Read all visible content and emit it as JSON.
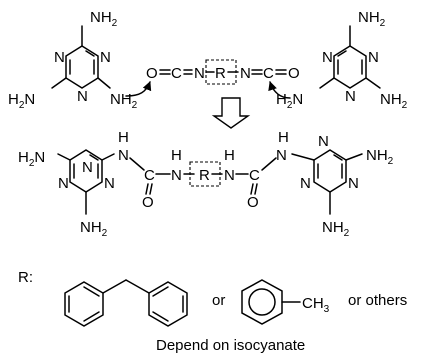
{
  "atoms": {
    "n": "N",
    "h": "H",
    "o": "O",
    "c": "C",
    "r": "R",
    "nh": "NH",
    "h2n": "H",
    "h2n_tail": "N",
    "two": "2"
  },
  "substituent_label": "R:",
  "or_1": "or",
  "ch3": "CH",
  "three": "3",
  "or_others": "or others",
  "caption": "Depend on isocyanate"
}
